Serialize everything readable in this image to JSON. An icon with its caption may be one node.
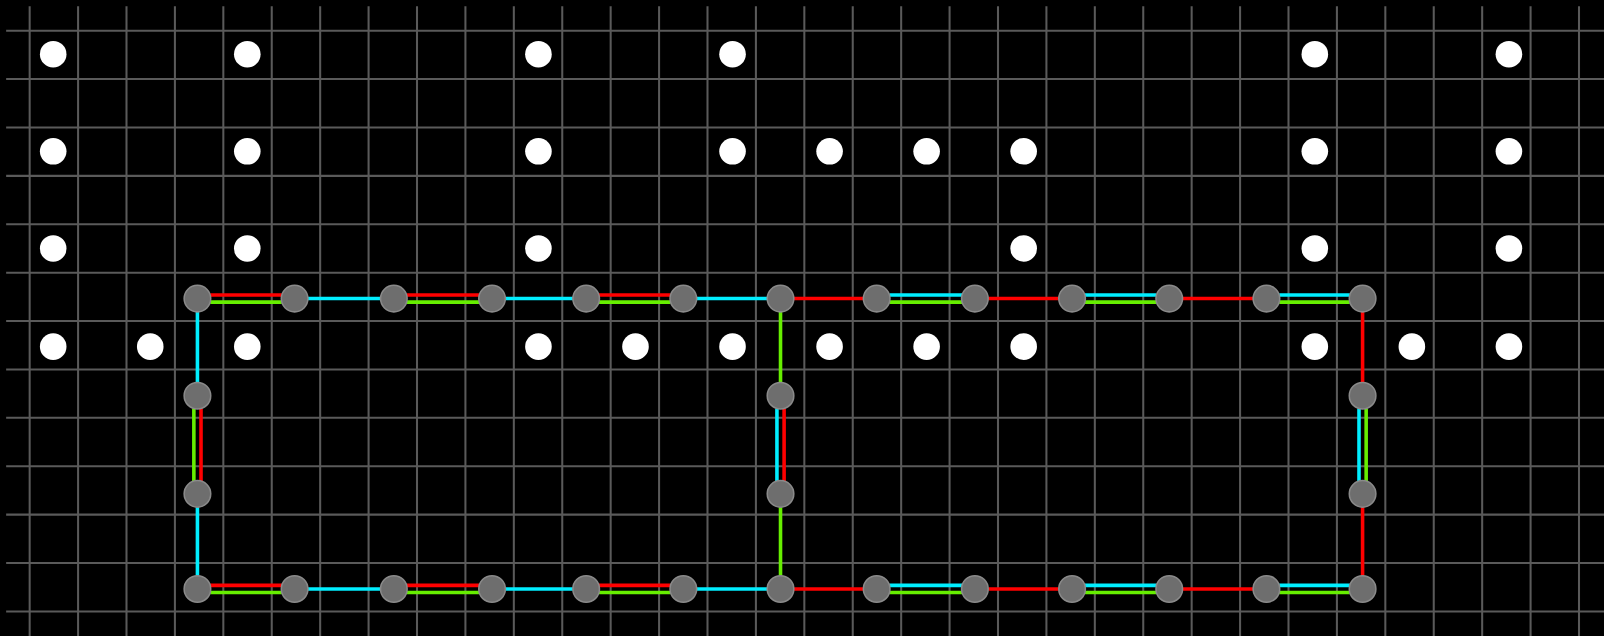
{
  "diagram": {
    "nodes": [
      {
        "text": [],
        "shape": "dot"
      },
      {
        "text": [],
        "shape": "dot"
      },
      {
        "text": [],
        "shape": "dot"
      },
      {
        "text": [],
        "shape": "dot"
      },
      {
        "text": [],
        "shape": "dot"
      },
      {
        "text": [],
        "shape": "dot"
      },
      {
        "text": [],
        "shape": "dot"
      },
      {
        "text": [],
        "shape": "dot"
      },
      {
        "text": [],
        "shape": "dot"
      },
      {
        "text": [],
        "shape": "dot"
      },
      {
        "text": [],
        "shape": "dot"
      },
      {
        "text": [],
        "shape": "dot"
      },
      {
        "text": [],
        "shape": "dot"
      },
      {
        "text": [],
        "shape": "dot"
      },
      {
        "text": [],
        "shape": "dot"
      },
      {
        "text": [],
        "shape": "dot"
      },
      {
        "text": [],
        "shape": "dot"
      },
      {
        "text": [],
        "shape": "dot"
      },
      {
        "text": [],
        "shape": "dot"
      },
      {
        "text": [],
        "shape": "dot"
      },
      {
        "text": [],
        "shape": "dot"
      },
      {
        "text": [],
        "shape": "circle"
      },
      {
        "text": [],
        "shape": "circle"
      },
      {
        "text": [],
        "shape": "circle"
      },
      {
        "text": [],
        "shape": "circle"
      },
      {
        "text": [],
        "shape": "circle"
      },
      {
        "text": [],
        "shape": "circle"
      },
      {
        "text": [],
        "shape": "circle"
      },
      {
        "text": [],
        "shape": "circle"
      },
      {
        "text": [],
        "shape": "circle"
      },
      {
        "text": [],
        "shape": "circle"
      },
      {
        "text": [],
        "shape": "circle"
      },
      {
        "text": [],
        "shape": "circle"
      },
      {
        "text": [],
        "shape": "circle"
      },
      {
        "text": [],
        "shape": "dot"
      },
      {
        "text": [],
        "shape": "dot"
      },
      {
        "text": [],
        "shape": "dot"
      },
      {
        "text": [],
        "shape": "dot"
      },
      {
        "text": [],
        "shape": "dot"
      },
      {
        "text": [],
        "shape": "dot"
      },
      {
        "text": [],
        "shape": "dot"
      },
      {
        "text": [],
        "shape": "dot"
      },
      {
        "text": [],
        "shape": "dot"
      },
      {
        "text": [],
        "shape": "dot"
      },
      {
        "text": [],
        "shape": "dot"
      },
      {
        "text": [],
        "shape": "dot"
      },
      {
        "text": [],
        "shape": "circle"
      },
      {
        "text": [],
        "shape": "circle"
      },
      {
        "text": [],
        "shape": "circle"
      },
      {
        "text": [],
        "shape": "circle"
      },
      {
        "text": [],
        "shape": "circle"
      },
      {
        "text": [],
        "shape": "circle"
      },
      {
        "text": [],
        "shape": "circle"
      },
      {
        "text": [],
        "shape": "circle"
      },
      {
        "text": [],
        "shape": "circle"
      },
      {
        "text": [],
        "shape": "circle"
      },
      {
        "text": [],
        "shape": "circle"
      },
      {
        "text": [],
        "shape": "circle"
      },
      {
        "text": [],
        "shape": "circle"
      },
      {
        "text": [],
        "shape": "circle"
      },
      {
        "text": [],
        "shape": "circle"
      },
      {
        "text": [],
        "shape": "circle"
      },
      {
        "text": [],
        "shape": "circle"
      },
      {
        "text": [],
        "shape": "circle"
      },
      {
        "text": [],
        "shape": "circle"
      }
    ],
    "edges": [
      {
        "from": 21,
        "to": 22,
        "arrow": "none",
        "color": "#ff0000"
      },
      {
        "from": 21,
        "to": 22,
        "arrow": "none",
        "color": "#66ee00"
      },
      {
        "from": 22,
        "to": 23,
        "arrow": "none",
        "color": "#00eeff"
      },
      {
        "from": 23,
        "to": 24,
        "arrow": "none",
        "color": "#ff0000"
      },
      {
        "from": 23,
        "to": 24,
        "arrow": "none",
        "color": "#66ee00"
      },
      {
        "from": 24,
        "to": 25,
        "arrow": "none",
        "color": "#00eeff"
      },
      {
        "from": 25,
        "to": 26,
        "arrow": "none",
        "color": "#ff0000"
      },
      {
        "from": 25,
        "to": 26,
        "arrow": "none",
        "color": "#66ee00"
      },
      {
        "from": 26,
        "to": 27,
        "arrow": "none",
        "color": "#00eeff"
      },
      {
        "from": 27,
        "to": 28,
        "arrow": "none",
        "color": "#ff0000"
      },
      {
        "from": 28,
        "to": 29,
        "arrow": "none",
        "color": "#00eeff"
      },
      {
        "from": 28,
        "to": 29,
        "arrow": "none",
        "color": "#66ee00"
      },
      {
        "from": 29,
        "to": 30,
        "arrow": "none",
        "color": "#ff0000"
      },
      {
        "from": 30,
        "to": 31,
        "arrow": "none",
        "color": "#00eeff"
      },
      {
        "from": 30,
        "to": 31,
        "arrow": "none",
        "color": "#66ee00"
      },
      {
        "from": 31,
        "to": 32,
        "arrow": "none",
        "color": "#ff0000"
      },
      {
        "from": 32,
        "to": 33,
        "arrow": "none",
        "color": "#00eeff"
      },
      {
        "from": 32,
        "to": 33,
        "arrow": "none",
        "color": "#66ee00"
      },
      {
        "from": 21,
        "to": 46,
        "arrow": "none",
        "color": "#00eeff"
      },
      {
        "from": 46,
        "to": 49,
        "arrow": "none",
        "color": "#66ee00"
      },
      {
        "from": 46,
        "to": 49,
        "arrow": "none",
        "color": "#ff0000"
      },
      {
        "from": 49,
        "to": 52,
        "arrow": "none",
        "color": "#00eeff"
      },
      {
        "from": 27,
        "to": 47,
        "arrow": "none",
        "color": "#66ee00"
      },
      {
        "from": 47,
        "to": 50,
        "arrow": "none",
        "color": "#00eeff"
      },
      {
        "from": 47,
        "to": 50,
        "arrow": "none",
        "color": "#ff0000"
      },
      {
        "from": 50,
        "to": 58,
        "arrow": "none",
        "color": "#66ee00"
      },
      {
        "from": 33,
        "to": 48,
        "arrow": "none",
        "color": "#ff0000"
      },
      {
        "from": 48,
        "to": 51,
        "arrow": "none",
        "color": "#00eeff"
      },
      {
        "from": 48,
        "to": 51,
        "arrow": "none",
        "color": "#66ee00"
      },
      {
        "from": 51,
        "to": 64,
        "arrow": "none",
        "color": "#ff0000"
      },
      {
        "from": 52,
        "to": 53,
        "arrow": "none",
        "color": "#ff0000"
      },
      {
        "from": 52,
        "to": 53,
        "arrow": "none",
        "color": "#66ee00"
      },
      {
        "from": 53,
        "to": 54,
        "arrow": "none",
        "color": "#00eeff"
      },
      {
        "from": 54,
        "to": 55,
        "arrow": "none",
        "color": "#ff0000"
      },
      {
        "from": 54,
        "to": 55,
        "arrow": "none",
        "color": "#66ee00"
      },
      {
        "from": 55,
        "to": 56,
        "arrow": "none",
        "color": "#00eeff"
      },
      {
        "from": 56,
        "to": 57,
        "arrow": "none",
        "color": "#ff0000"
      },
      {
        "from": 56,
        "to": 57,
        "arrow": "none",
        "color": "#66ee00"
      },
      {
        "from": 57,
        "to": 58,
        "arrow": "none",
        "color": "#00eeff"
      },
      {
        "from": 58,
        "to": 59,
        "arrow": "none",
        "color": "#ff0000"
      },
      {
        "from": 59,
        "to": 60,
        "arrow": "none",
        "color": "#00eeff"
      },
      {
        "from": 59,
        "to": 60,
        "arrow": "none",
        "color": "#66ee00"
      },
      {
        "from": 60,
        "to": 61,
        "arrow": "none",
        "color": "#ff0000"
      },
      {
        "from": 61,
        "to": 62,
        "arrow": "none",
        "color": "#00eeff"
      },
      {
        "from": 61,
        "to": 62,
        "arrow": "none",
        "color": "#66ee00"
      },
      {
        "from": 62,
        "to": 63,
        "arrow": "none",
        "color": "#ff0000"
      },
      {
        "from": 63,
        "to": 64,
        "arrow": "none",
        "color": "#00eeff"
      },
      {
        "from": 63,
        "to": 64,
        "arrow": "none",
        "color": "#66ee00"
      }
    ]
  }
}
